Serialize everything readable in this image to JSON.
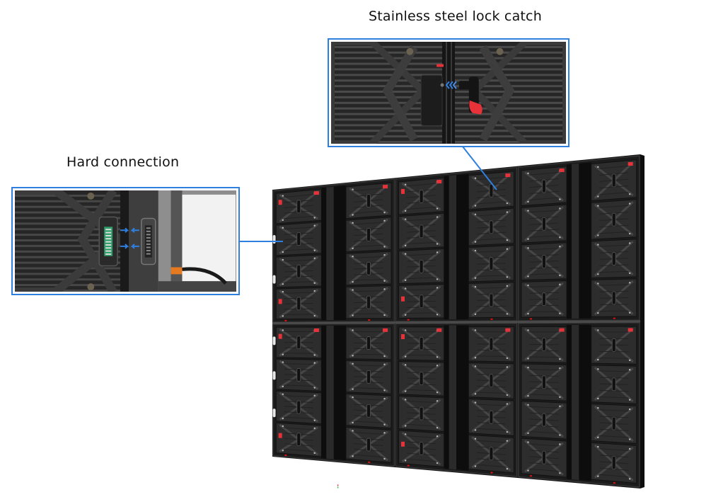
{
  "callouts": [
    {
      "id": "lock",
      "title": "Stainless steel lock catch"
    },
    {
      "id": "hard",
      "title": "Hard connection"
    }
  ],
  "colors": {
    "accent_line": "#2f7fe0",
    "cabinet_frame": "#1a1a1a",
    "module_face": "#2e2e2e",
    "lock_handle": "#e8323a",
    "connector_pcb": "#2f9e6a",
    "power_cable_sleeve": "#e57a20"
  },
  "wall": {
    "cabinet_columns": 3,
    "cabinet_rows": 2,
    "modules_per_cabinet_column": 4
  },
  "icons": {
    "lock_arrow": "double-chevron-left-icon",
    "connector_arrow": "arrow-right-left-icon"
  }
}
